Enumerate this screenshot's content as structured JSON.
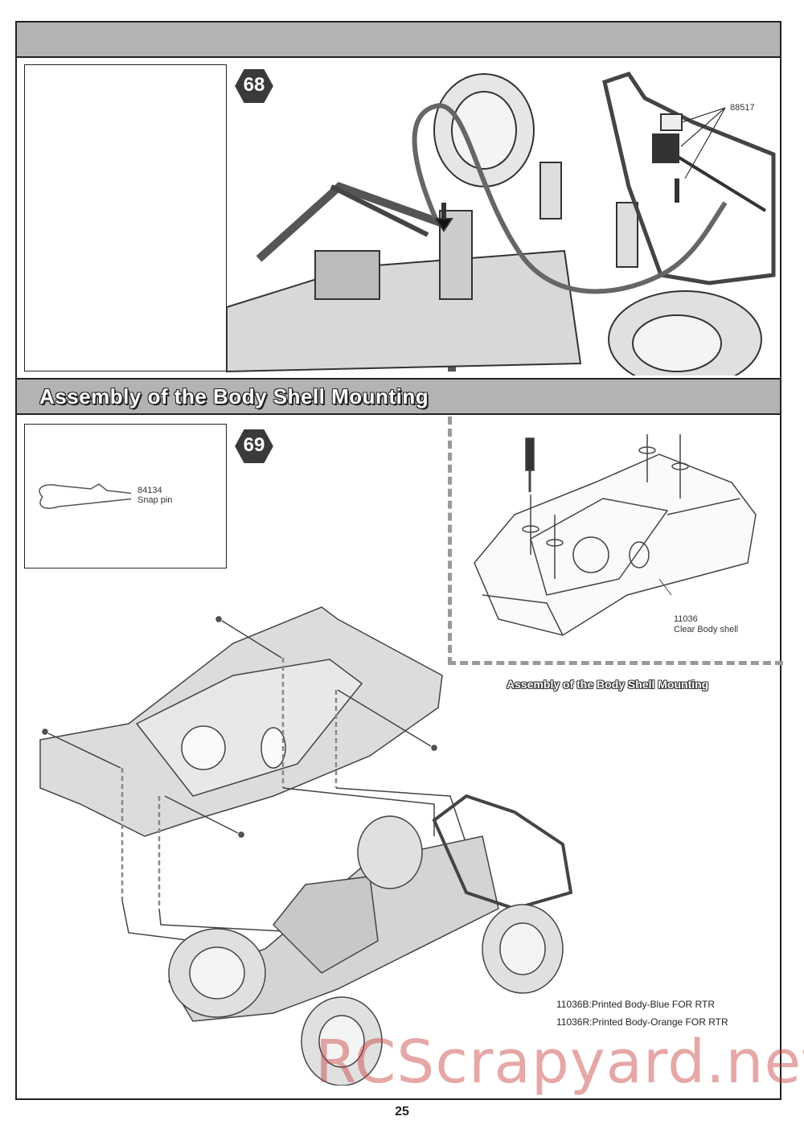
{
  "step68": {
    "number": "68",
    "part_label": "88517"
  },
  "section": {
    "title": "Assembly of the Body Shell Mounting"
  },
  "step69": {
    "number": "69",
    "parts": [
      {
        "code": "84134",
        "name": "Snap pin"
      }
    ],
    "inset_part_code": "11036",
    "inset_part_name": "Clear Body shell",
    "inset_caption": "Assembly of the Body Shell Mounting",
    "rtr_notes": [
      "11036B:Printed Body-Blue FOR RTR",
      "11036R:Printed Body-Orange FOR RTR"
    ]
  },
  "watermark": "RCScrapyard.net",
  "page_number": "25",
  "colors": {
    "bar_gray": "#b3b3b3",
    "badge_dark": "#3a3a3a",
    "dash_gray": "#999999",
    "watermark_red": "#c83c3c"
  }
}
